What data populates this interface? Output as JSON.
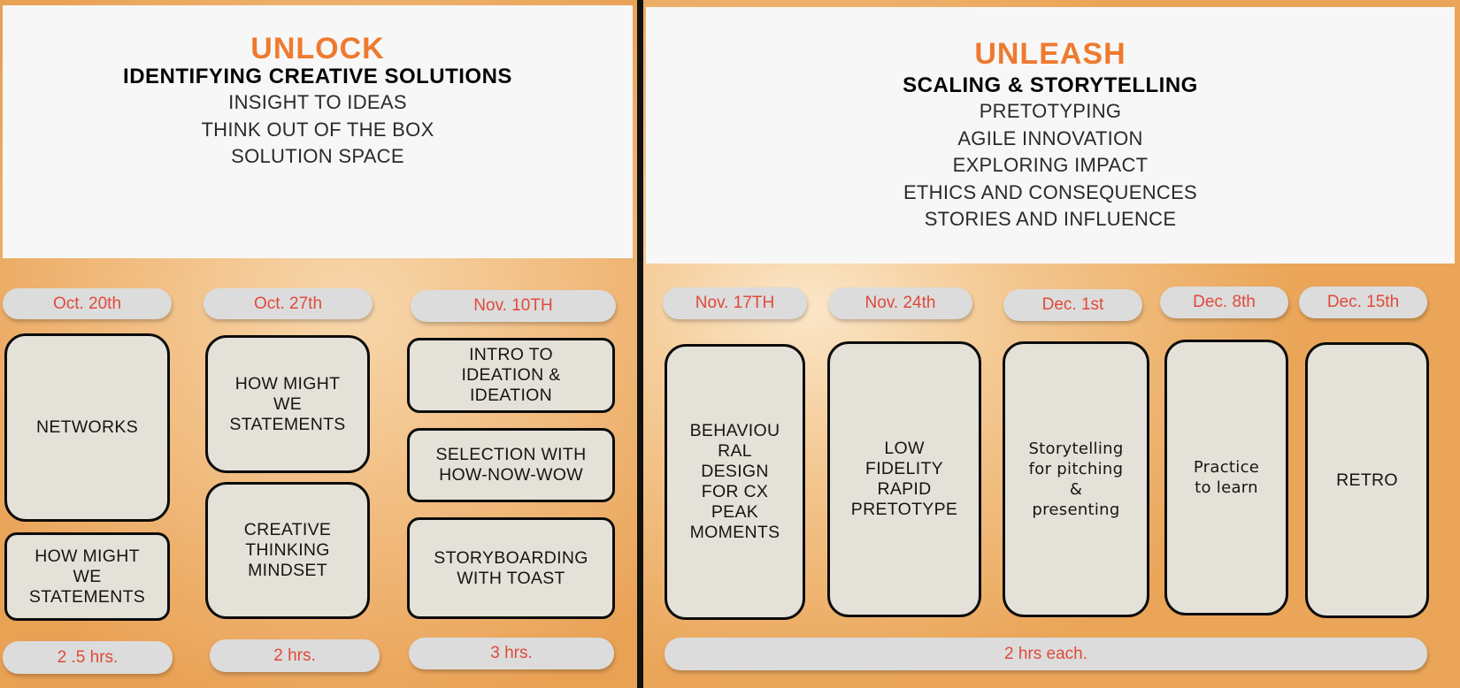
{
  "left": {
    "title": "UNLOCK",
    "subtitle": "IDENTIFYING CREATIVE SOLUTIONS",
    "topics": [
      "INSIGHT TO IDEAS",
      "THINK OUT OF THE BOX",
      "SOLUTION SPACE"
    ],
    "dates": [
      "Oct. 20th",
      "Oct. 27th",
      "Nov. 10TH"
    ],
    "sessions": [
      "NETWORKS",
      "HOW MIGHT\nWE\nSTATEMENTS",
      "HOW MIGHT\nWE\nSTATEMENTS",
      "CREATIVE\nTHINKING\nMINDSET",
      "INTRO TO\nIDEATION &\nIDEATION",
      "SELECTION WITH\nHOW-NOW-WOW",
      "STORYBOARDING\nWITH TOAST"
    ],
    "durations": [
      "2 .5 hrs.",
      "2  hrs.",
      "3  hrs."
    ]
  },
  "right": {
    "title": "UNLEASH",
    "subtitle": "SCALING & STORYTELLING",
    "topics": [
      "PRETOTYPING",
      "AGILE INNOVATION",
      "EXPLORING IMPACT",
      "ETHICS AND CONSEQUENCES",
      "STORIES AND INFLUENCE"
    ],
    "dates": [
      "Nov. 17TH",
      "Nov. 24th",
      "Dec. 1st",
      "Dec. 8th",
      "Dec. 15th"
    ],
    "sessions": [
      "BEHAVIOU\nRAL\nDESIGN\nFOR CX\nPEAK\nMOMENTS",
      "LOW\nFIDELITY\nRAPID\nPRETOTYPE",
      "Storytelling\nfor pitching\n&\npresenting",
      "Practice\nto learn",
      "RETRO"
    ],
    "duration": "2  hrs each."
  },
  "colors": {
    "accent": "#ee7a2e",
    "date_text": "#e04a3a",
    "box_fill": "#e4e2d8",
    "pill_fill": "#dcdcdc"
  }
}
